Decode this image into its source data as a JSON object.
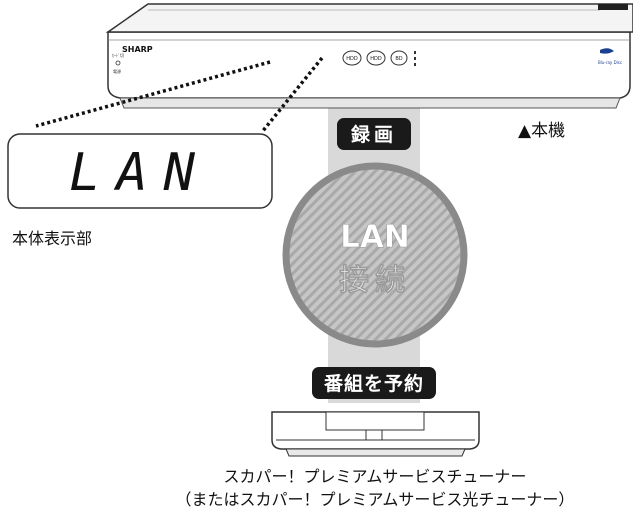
{
  "recorder": {
    "brand": "SHARP",
    "small_top": "ｶｰﾄﾞ切",
    "power_label": "電源",
    "hdd1": "HDD",
    "hdd2": "HDD",
    "bd": "BD",
    "bluray_logo": "Blu-ray Disc"
  },
  "main_unit_label": "▲本機",
  "display": {
    "text": "LAN",
    "caption": "本体表示部"
  },
  "flow": {
    "record_badge": "録画",
    "circle_line1": "LAN",
    "circle_line2": "接続",
    "reserve_badge": "番組を予約"
  },
  "tuner": {
    "caption_line1": "スカパー！プレミアムサービスチューナー",
    "caption_line2": "（またはスカパー！プレミアムサービス光チューナー）"
  },
  "colors": {
    "badge_bg": "#1a1a1a",
    "band": "#d9d9d9",
    "circle_stroke": "#8a8a8a",
    "circle_hatch": "#b5b5b5"
  }
}
